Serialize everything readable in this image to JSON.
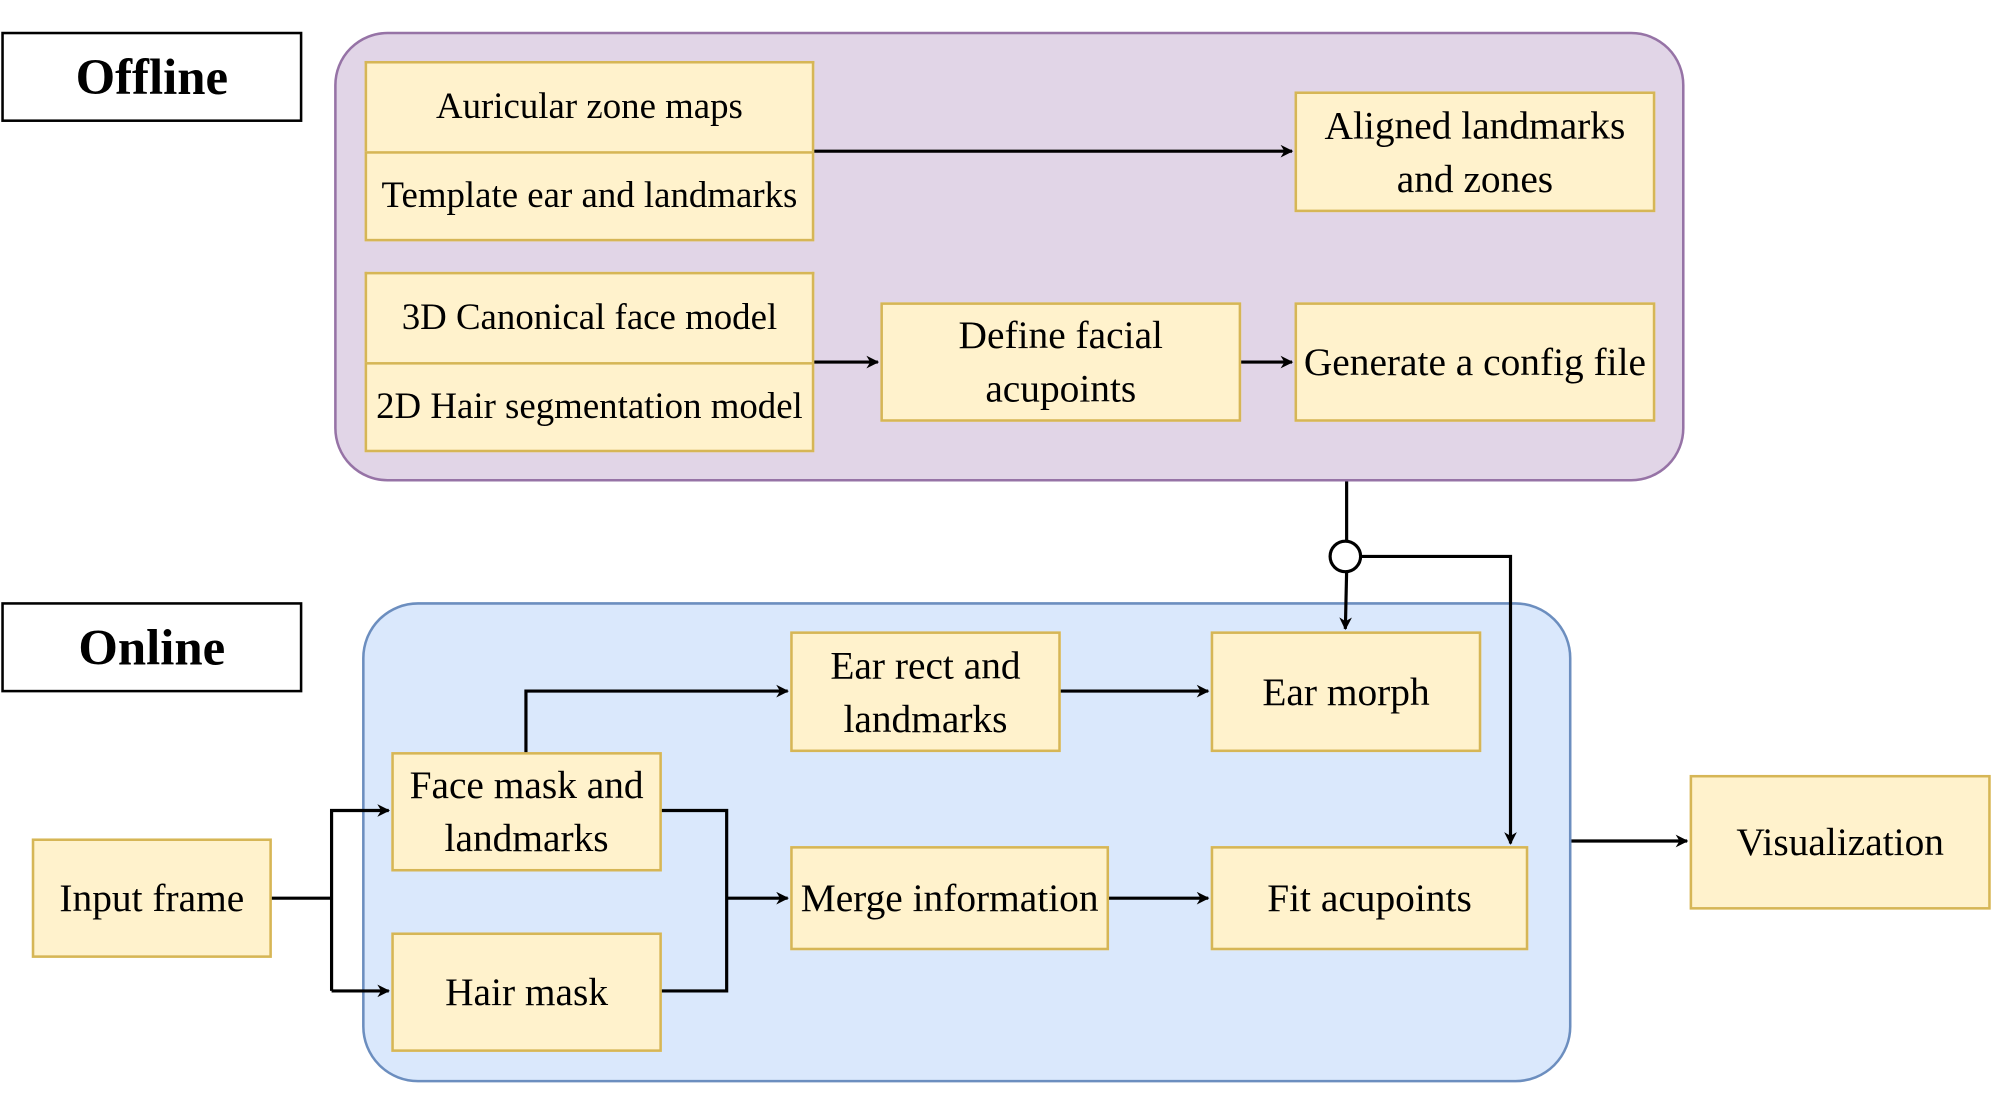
{
  "labels": {
    "offline": "Offline",
    "online": "Online"
  },
  "offline": {
    "auricular_zone_maps": "Auricular zone maps",
    "template_ear_landmarks": "Template ear and landmarks",
    "aligned_landmarks_zones": "Aligned landmarks and zones",
    "canonical_face_model": "3D Canonical face model",
    "hair_segmentation_model": "2D Hair segmentation model",
    "define_facial_acupoints": "Define facial acupoints",
    "generate_config_file": "Generate a config file"
  },
  "online": {
    "input_frame": "Input frame",
    "face_mask_landmarks": "Face mask and landmarks",
    "hair_mask": "Hair mask",
    "ear_rect_landmarks": "Ear rect and landmarks",
    "merge_information": "Merge information",
    "ear_morph": "Ear morph",
    "fit_acupoints": "Fit acupoints",
    "visualization": "Visualization"
  },
  "colors": {
    "offline_fill": "#e1d5e7",
    "offline_stroke": "#9673a6",
    "online_fill": "#dae8fc",
    "online_stroke": "#6c8ebf",
    "node_fill": "#fff2cc",
    "node_stroke": "#d6b656"
  }
}
